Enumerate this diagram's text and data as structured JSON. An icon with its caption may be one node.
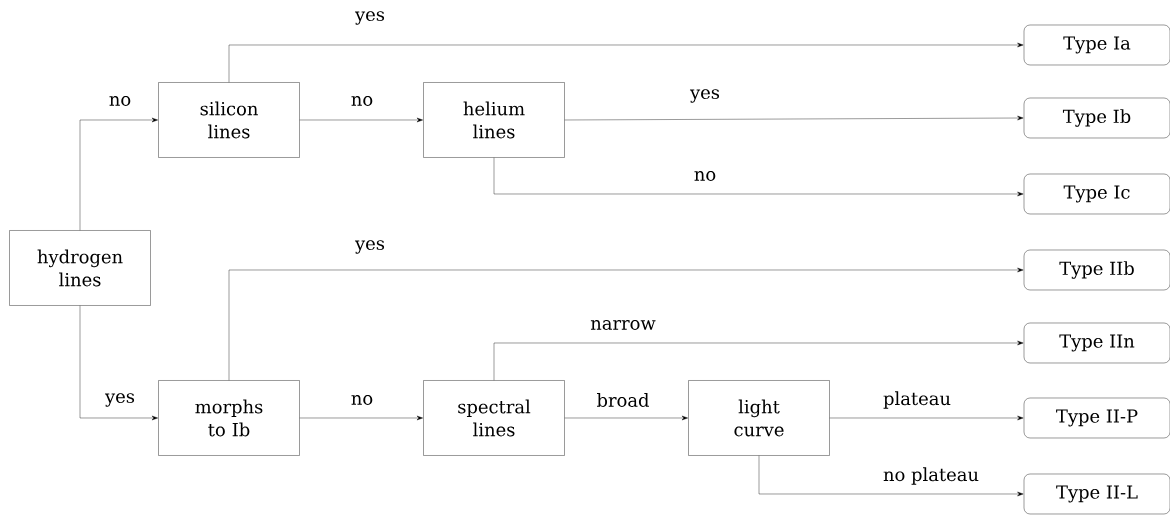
{
  "diagram": {
    "nodes": [
      {
        "text": [
          "hydrogen lines"
        ]
      },
      {
        "text": [
          "silicon lines"
        ]
      },
      {
        "text": [
          "helium lines"
        ]
      },
      {
        "text": [
          "Type Ia"
        ]
      },
      {
        "text": [
          "Type Ib"
        ]
      },
      {
        "text": [
          "Type Ic"
        ]
      },
      {
        "text": [
          "morphs to Ib"
        ]
      },
      {
        "text": [
          "spectral lines"
        ]
      },
      {
        "text": [
          "light curve"
        ]
      },
      {
        "text": [
          "Type IIb"
        ]
      },
      {
        "text": [
          "Type IIn"
        ]
      },
      {
        "text": [
          "Type II-P"
        ]
      },
      {
        "text": [
          "Type II-L"
        ]
      }
    ],
    "edges": [
      {
        "from": 0,
        "to": 1,
        "arrow": "to",
        "label": "no"
      },
      {
        "from": 0,
        "to": 6,
        "arrow": "to",
        "label": "yes"
      },
      {
        "from": 1,
        "to": 3,
        "arrow": "to",
        "label": "yes"
      },
      {
        "from": 1,
        "to": 2,
        "arrow": "to",
        "label": "no"
      },
      {
        "from": 2,
        "to": 4,
        "arrow": "to",
        "label": "yes"
      },
      {
        "from": 2,
        "to": 5,
        "arrow": "to",
        "label": "no"
      },
      {
        "from": 6,
        "to": 9,
        "arrow": "to",
        "label": "yes"
      },
      {
        "from": 6,
        "to": 7,
        "arrow": "to",
        "label": "no"
      },
      {
        "from": 7,
        "to": 10,
        "arrow": "to",
        "label": "narrow"
      },
      {
        "from": 7,
        "to": 8,
        "arrow": "to",
        "label": "broad"
      },
      {
        "from": 8,
        "to": 11,
        "arrow": "to",
        "label": "plateau"
      },
      {
        "from": 8,
        "to": 12,
        "arrow": "to",
        "label": "no plateau"
      }
    ]
  }
}
